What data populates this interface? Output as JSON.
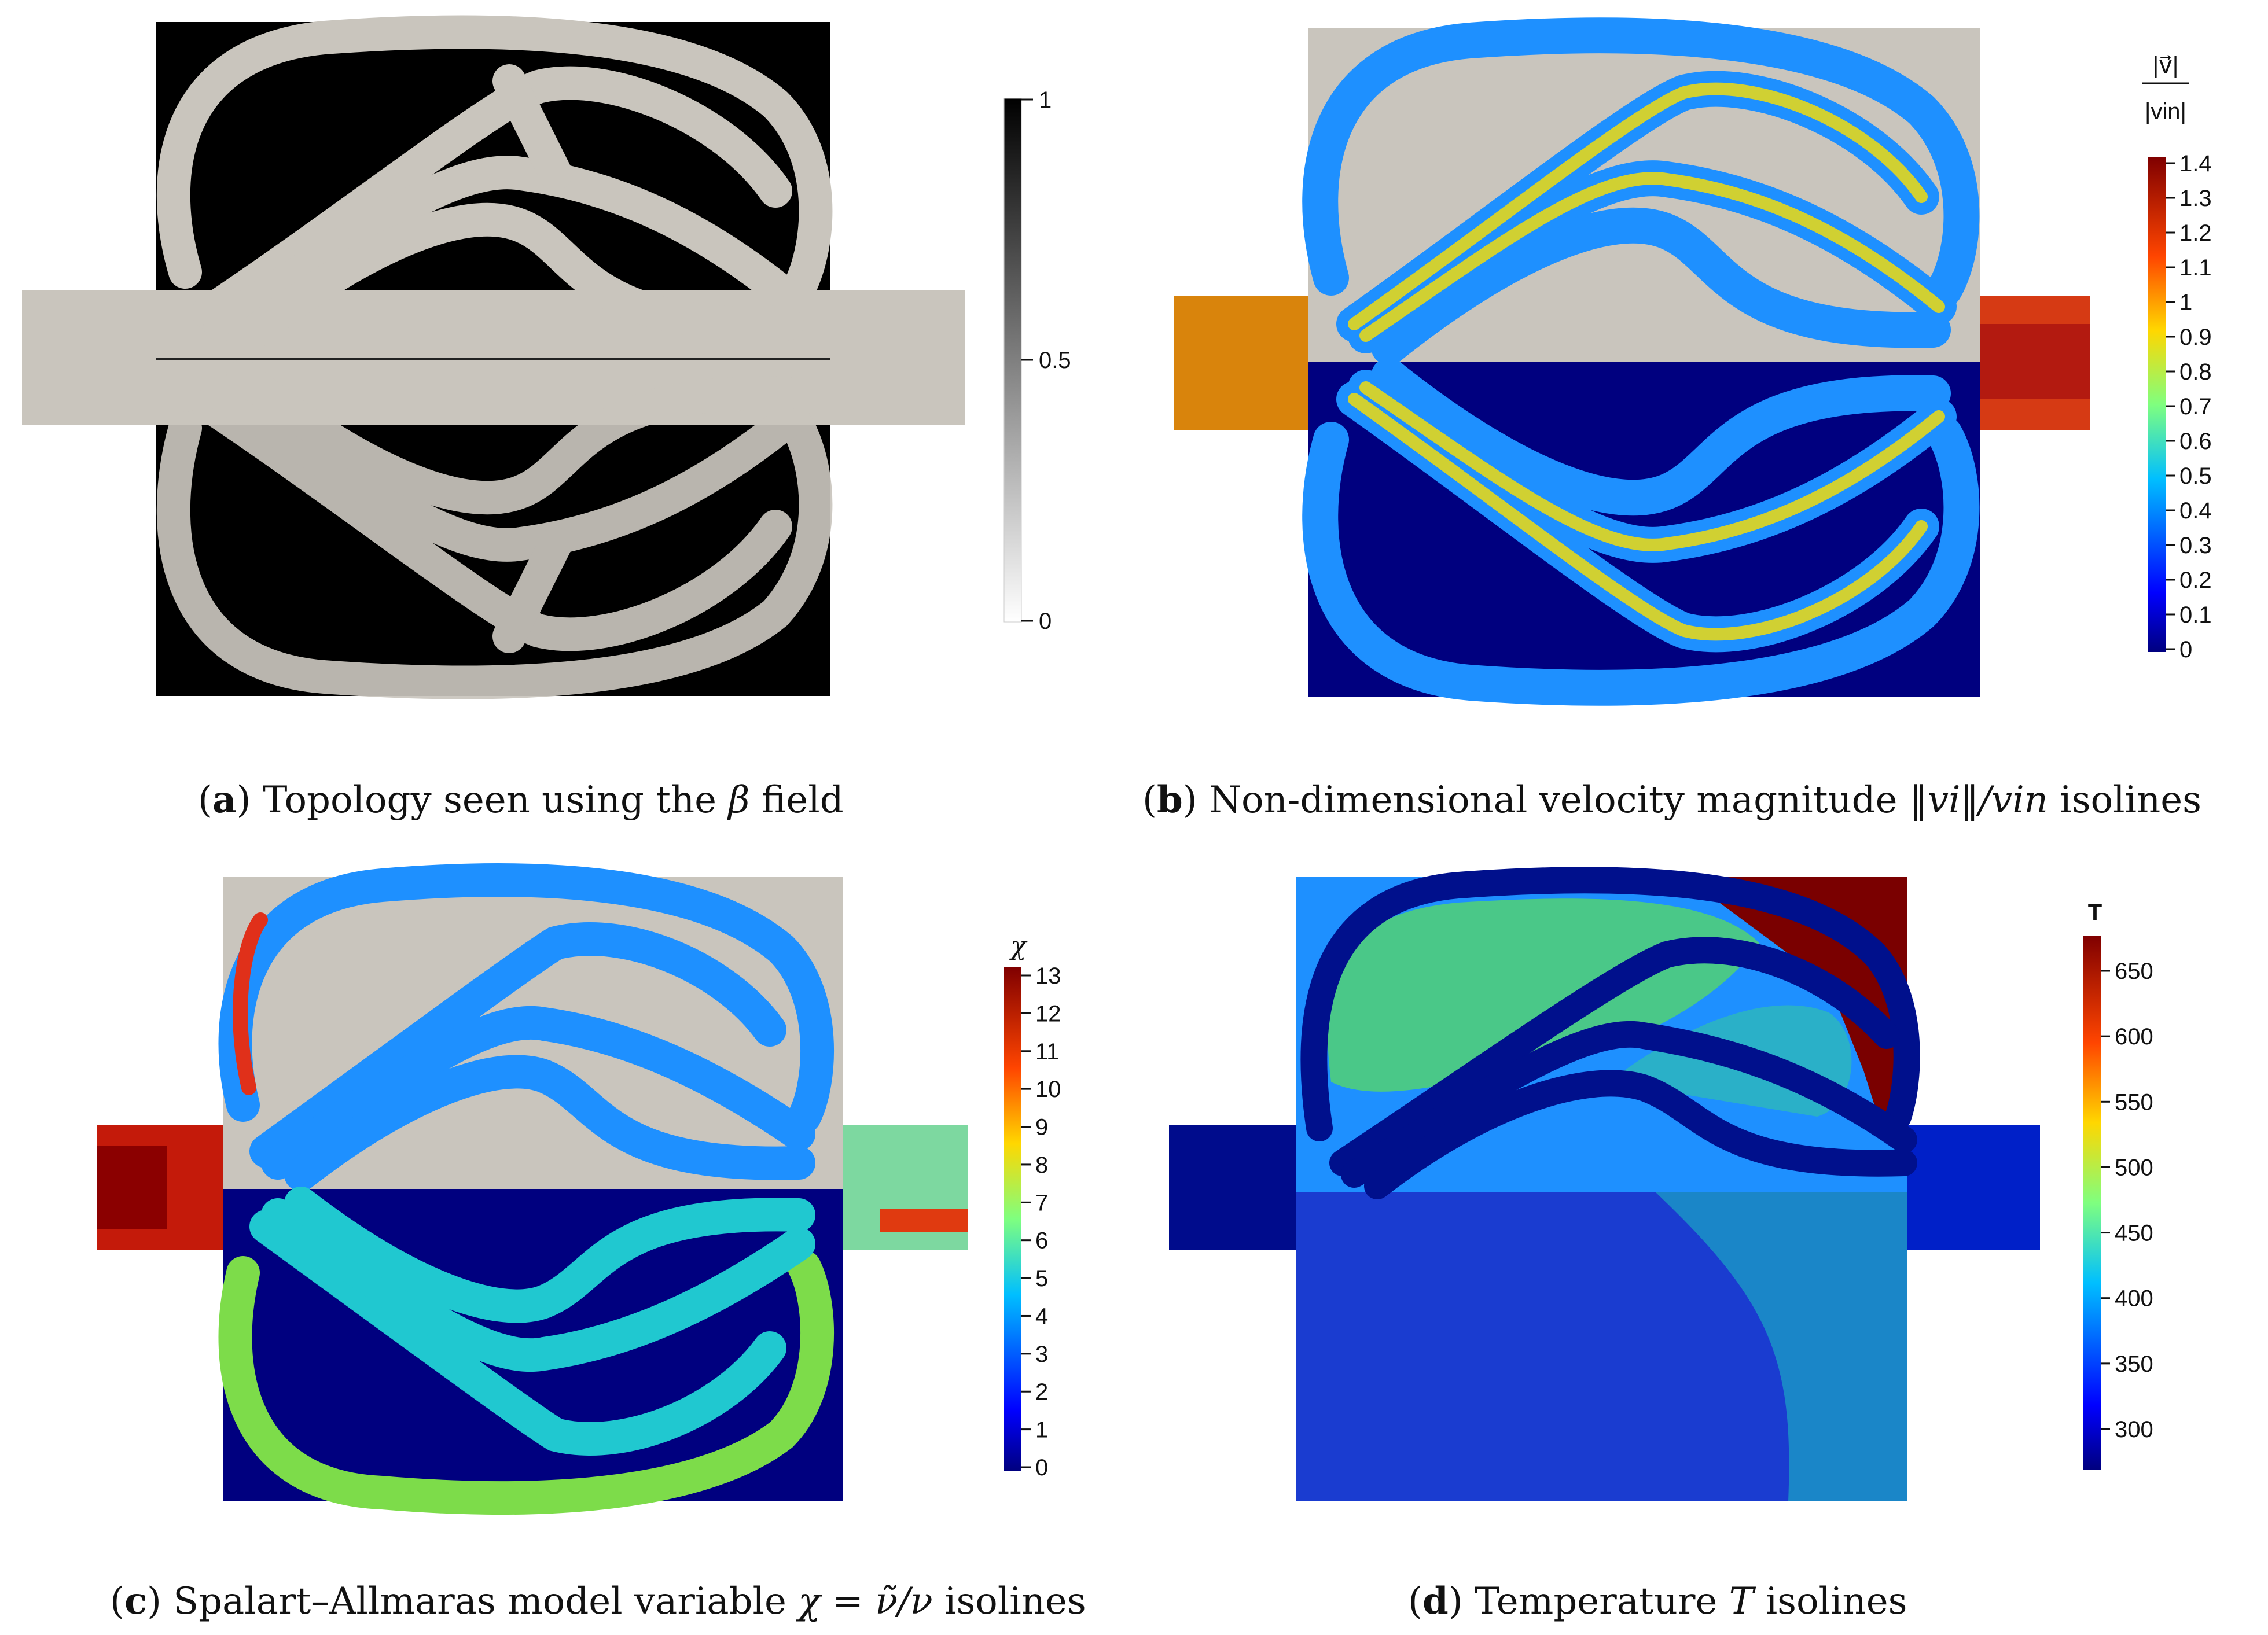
{
  "panels": {
    "a": {
      "letter": "a",
      "caption_text": " Topology seen using the ",
      "caption_symbol": "β",
      "caption_tail": " field",
      "colorbar": {
        "ticks": [
          "1",
          "0.5",
          "0"
        ]
      }
    },
    "b": {
      "letter": "b",
      "caption_text": " Non-dimensional velocity magnitude ",
      "caption_math": "‖vi‖/vin",
      "caption_tail": " isolines",
      "colorbar": {
        "title_num": "|v⃗|",
        "title_den": "|vin|",
        "ticks": [
          "1.4",
          "1.3",
          "1.2",
          "1.1",
          "1",
          "0.9",
          "0.8",
          "0.7",
          "0.6",
          "0.5",
          "0.4",
          "0.3",
          "0.2",
          "0.1",
          "0"
        ]
      }
    },
    "c": {
      "letter": "c",
      "caption_text": " Spalart–Allmaras model variable ",
      "caption_math": "χ = ν̃/ν",
      "caption_tail": " isolines",
      "colorbar": {
        "title": "χ",
        "ticks": [
          "13",
          "12",
          "11",
          "10",
          "9",
          "8",
          "7",
          "6",
          "5",
          "4",
          "3",
          "2",
          "1",
          "0"
        ]
      }
    },
    "d": {
      "letter": "d",
      "caption_text": " Temperature ",
      "caption_math": "T",
      "caption_tail": " isolines",
      "colorbar": {
        "title": "T",
        "ticks": [
          "650",
          "600",
          "550",
          "500",
          "450",
          "400",
          "350",
          "300"
        ]
      }
    }
  },
  "colors": {
    "background_gray": "#c9c5bd",
    "solid_black": "#000000",
    "jet_dark_blue": "#00007f",
    "jet_red": "#8b0000"
  }
}
